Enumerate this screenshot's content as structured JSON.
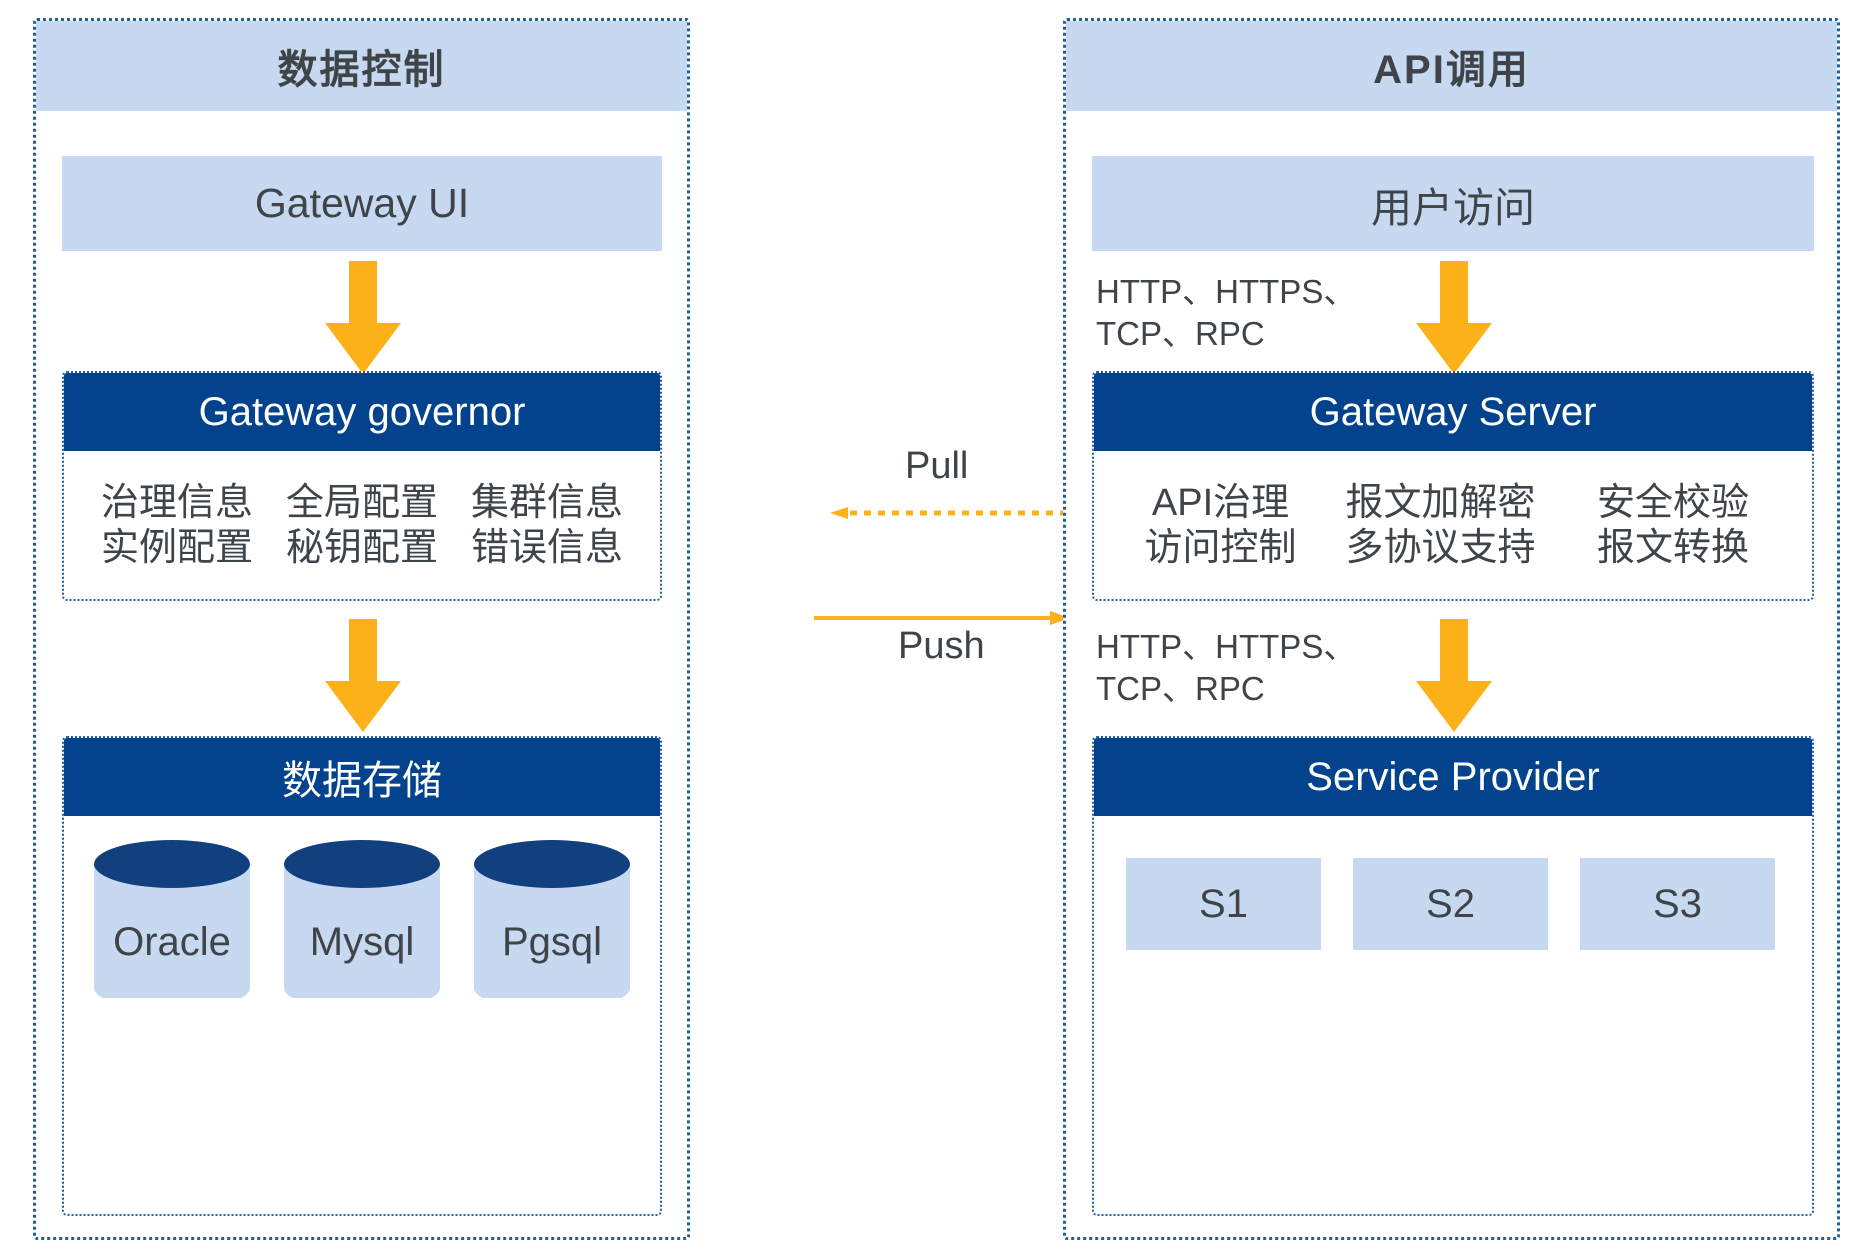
{
  "colors": {
    "panel_border": "#1f5fa0",
    "light_blue": "#c6d9f1",
    "dark_blue": "#03428c",
    "cylinder_body": "#c6d9f1",
    "cylinder_top": "#123f7e",
    "arrow_orange": "#fbb117",
    "text_dark": "#3f4449",
    "text_white": "#ffffff"
  },
  "left_panel": {
    "title": "数据控制",
    "ui_box": {
      "label": "Gateway UI"
    },
    "governor": {
      "header": "Gateway governor",
      "features_row1": [
        "治理信息",
        "全局配置",
        "集群信息"
      ],
      "features_row2": [
        "实例配置",
        "秘钥配置",
        "错误信息"
      ]
    },
    "storage": {
      "header": "数据存储",
      "databases": [
        "Oracle",
        "Mysql",
        "Pgsql"
      ]
    }
  },
  "right_panel": {
    "title": "API调用",
    "user_box": {
      "label": "用户访问"
    },
    "protocol_top": "HTTP、HTTPS、\nTCP、RPC",
    "protocol_bottom": "HTTP、HTTPS、\nTCP、RPC",
    "gateway_server": {
      "header": "Gateway   Server",
      "features_row1": [
        "API治理",
        "报文加解密",
        "安全校验"
      ],
      "features_row2": [
        "访问控制",
        "多协议支持",
        "报文转换"
      ]
    },
    "service_provider": {
      "header": "Service Provider",
      "services": [
        "S1",
        "S2",
        "S3"
      ]
    }
  },
  "connectors": {
    "pull": {
      "label": "Pull",
      "style": "dotted",
      "direction": "right-to-left"
    },
    "push": {
      "label": "Push",
      "style": "solid",
      "direction": "left-to-right"
    }
  }
}
